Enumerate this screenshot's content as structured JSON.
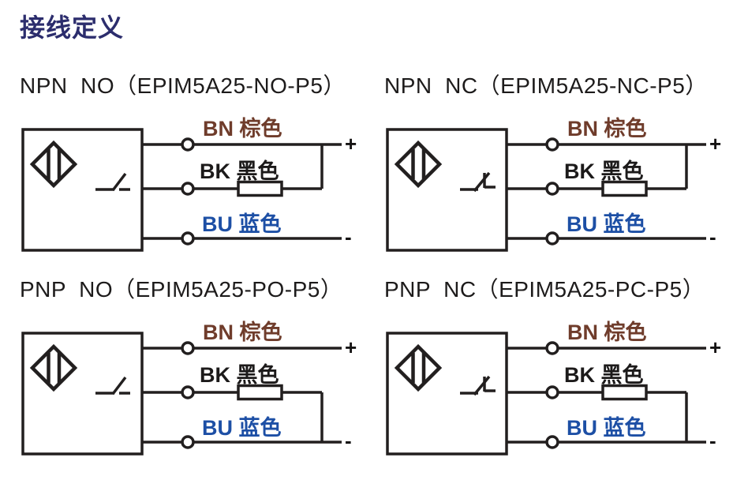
{
  "page_title": "接线定义",
  "colors": {
    "heading": "#2c2d6d",
    "bn_label": "#6f3c2b",
    "bk_label": "#1c1a1a",
    "bu_label": "#1d4fa5",
    "line": "#221f1f"
  },
  "diagrams": [
    {
      "title": "NPN  NO（EPIM5A25-NO-P5）",
      "output_type": "NPN",
      "contact_type": "NO",
      "model": "EPIM5A25-NO-P5",
      "labels": {
        "bn": "BN 棕色",
        "bk": "BK 黑色",
        "bu": "BU 蓝色",
        "plus": "+",
        "minus": "-"
      }
    },
    {
      "title": "NPN  NC（EPIM5A25-NC-P5）",
      "output_type": "NPN",
      "contact_type": "NC",
      "model": "EPIM5A25-NC-P5",
      "labels": {
        "bn": "BN 棕色",
        "bk": "BK 黑色",
        "bu": "BU 蓝色",
        "plus": "+",
        "minus": "-"
      }
    },
    {
      "title": "PNP  NO（EPIM5A25-PO-P5）",
      "output_type": "PNP",
      "contact_type": "NO",
      "model": "EPIM5A25-PO-P5",
      "labels": {
        "bn": "BN 棕色",
        "bk": "BK 黑色",
        "bu": "BU 蓝色",
        "plus": "+",
        "minus": "-"
      }
    },
    {
      "title": "PNP  NC（EPIM5A25-PC-P5）",
      "output_type": "PNP",
      "contact_type": "NC",
      "model": "EPIM5A25-PC-P5",
      "labels": {
        "bn": "BN 棕色",
        "bk": "BK 黑色",
        "bu": "BU 蓝色",
        "plus": "+",
        "minus": "-"
      }
    }
  ]
}
